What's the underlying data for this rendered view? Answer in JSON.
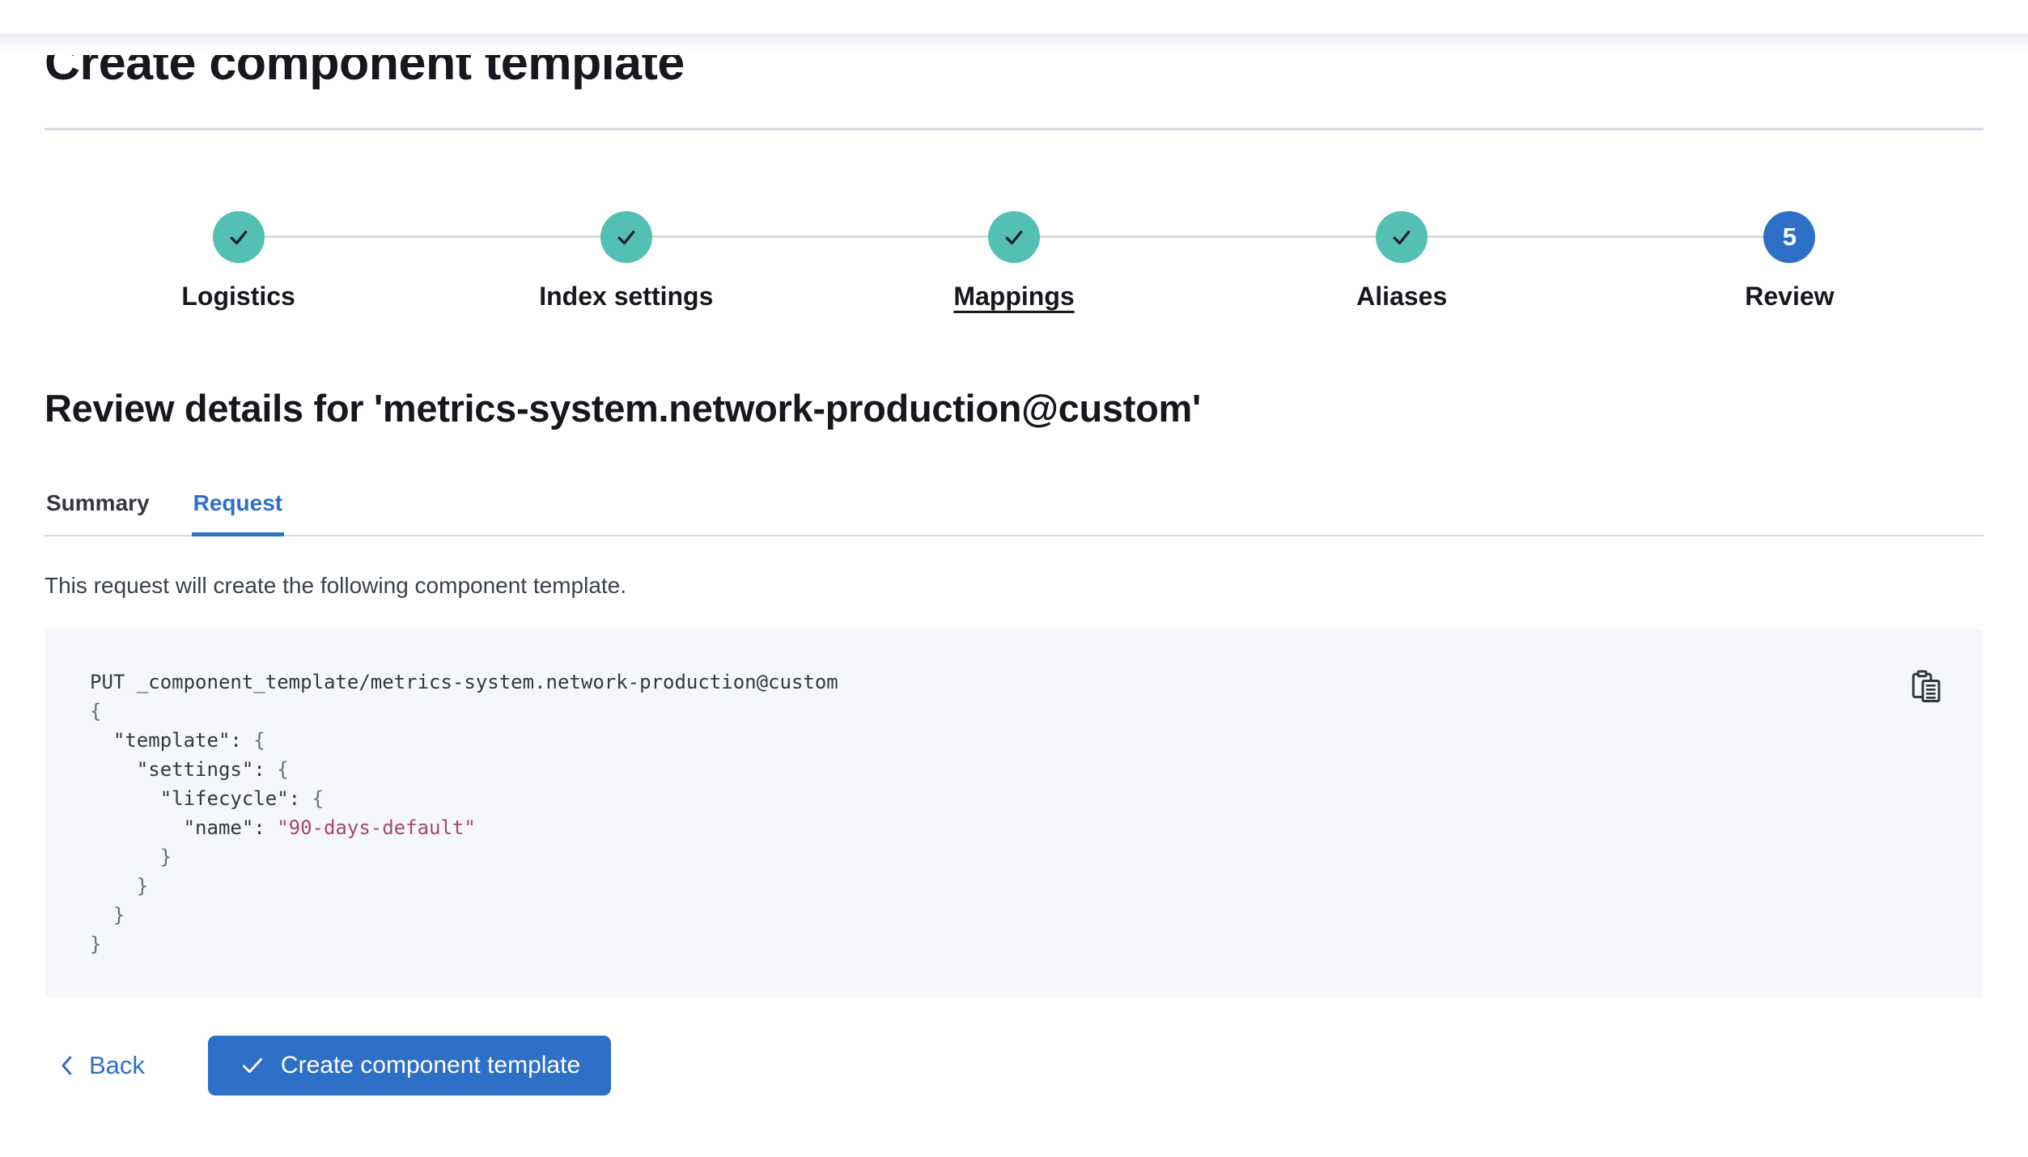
{
  "page": {
    "title": "Create component template"
  },
  "stepper": {
    "steps": [
      {
        "label": "Logistics",
        "status": "complete"
      },
      {
        "label": "Index settings",
        "status": "complete"
      },
      {
        "label": "Mappings",
        "status": "complete",
        "underlined": true
      },
      {
        "label": "Aliases",
        "status": "complete"
      },
      {
        "label": "Review",
        "status": "current",
        "number": "5"
      }
    ]
  },
  "review": {
    "heading": "Review details for 'metrics-system.network-production@custom'",
    "tabs": [
      {
        "label": "Summary",
        "active": false
      },
      {
        "label": "Request",
        "active": true
      }
    ],
    "description": "This request will create the following component template."
  },
  "code_block": {
    "lines": [
      [
        [
          "t",
          "PUT _component_template/metrics-system.network-production@custom"
        ]
      ],
      [
        [
          "p",
          "{"
        ]
      ],
      [
        [
          "t",
          "  \"template\": "
        ],
        [
          "p",
          "{"
        ]
      ],
      [
        [
          "t",
          "    \"settings\": "
        ],
        [
          "p",
          "{"
        ]
      ],
      [
        [
          "t",
          "      \"lifecycle\": "
        ],
        [
          "p",
          "{"
        ]
      ],
      [
        [
          "t",
          "        \"name\": "
        ],
        [
          "s",
          "\"90-days-default\""
        ]
      ],
      [
        [
          "p",
          "      }"
        ]
      ],
      [
        [
          "p",
          "    }"
        ]
      ],
      [
        [
          "p",
          "  }"
        ]
      ],
      [
        [
          "p",
          "}"
        ]
      ]
    ]
  },
  "footer": {
    "back_label": "Back",
    "create_label": "Create component template"
  },
  "colors": {
    "primary_blue": "#2e70c8",
    "success_teal": "#54bfb3",
    "code_background": "#f6f7fb",
    "code_string": "#a5496b",
    "text": "#343741",
    "divider": "#d6d9e4"
  },
  "icons": {
    "step_complete": "check-icon",
    "copy": "copy-clipboard-icon",
    "back": "chevron-left-icon",
    "create": "check-icon"
  }
}
